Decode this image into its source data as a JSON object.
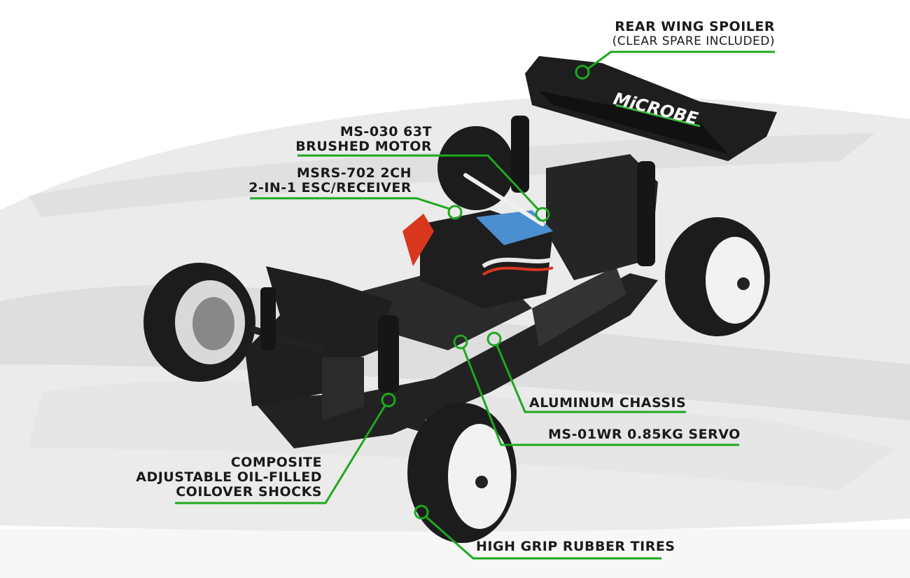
{
  "accent_color": "#1ea81e",
  "product_logo_text": "MiCROBE",
  "callouts": {
    "rear_wing": {
      "title": "REAR WING SPOILER",
      "subtitle": "(CLEAR SPARE INCLUDED)"
    },
    "motor": {
      "line1": "MS-030 63T",
      "line2": "BRUSHED MOTOR"
    },
    "esc": {
      "line1": "MSRS-702 2CH",
      "line2": "2-IN-1 ESC/RECEIVER"
    },
    "chassis": {
      "title": "ALUMINUM CHASSIS"
    },
    "servo": {
      "title": "MS-01WR 0.85KG SERVO"
    },
    "shocks": {
      "line1": "COMPOSITE",
      "line2": "ADJUSTABLE OIL-FILLED",
      "line3": "COILOVER SHOCKS"
    },
    "tires": {
      "title": "HIGH GRIP RUBBER TIRES"
    }
  }
}
